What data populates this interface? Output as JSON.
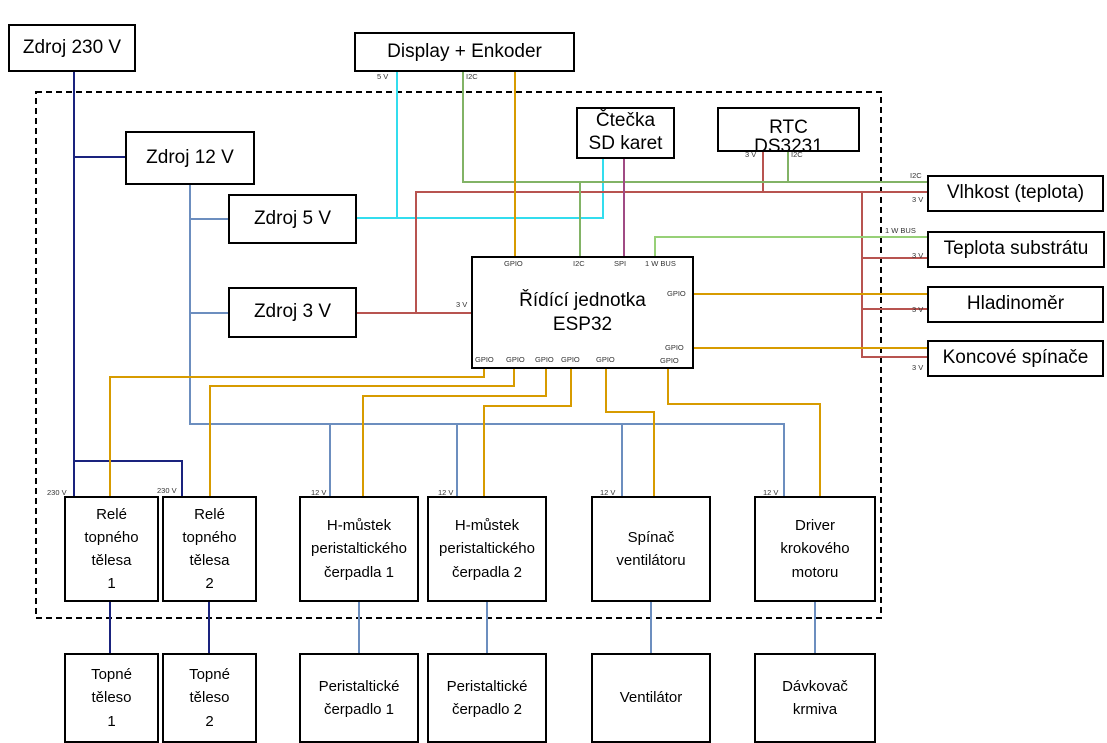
{
  "blocks": {
    "zdroj230": "Zdroj 230 V",
    "display": "Display + Enkoder",
    "sd": "Čtečka\nSD karet",
    "rtc": "RTC\nDS3231",
    "zdroj12": "Zdroj 12 V",
    "zdroj5": "Zdroj 5 V",
    "zdroj3": "Zdroj 3 V",
    "esp": "Řídící jednotka\nESP32",
    "vlhkost": "Vlhkost (teplota)",
    "teplota_sub": "Teplota substrátu",
    "hladinomer": "Hladinoměr",
    "koncove": "Koncové spínače",
    "rele1": "Relé\ntopného\ntělesa\n1",
    "rele2": "Relé\ntopného\ntělesa\n2",
    "hmustek1": "H-můstek\nperistaltického\nčerpadla 1",
    "hmustek2": "H-můstek\nperistaltického\nčerpadla 2",
    "spinac": "Spínač\nventilátoru",
    "driver": "Driver\nkrokového\nmotoru",
    "topne1": "Topné\ntěleso\n1",
    "topne2": "Topné\ntěleso\n2",
    "cerpadlo1": "Peristaltické\nčerpadlo 1",
    "cerpadlo2": "Peristaltické\nčerpadlo 2",
    "ventilator": "Ventilátor",
    "davkovac": "Dávkovač\nkrmiva"
  },
  "port_labels": {
    "display_5v": "5 V",
    "display_i2c": "I2C",
    "rtc_3v": "3 V",
    "rtc_i2c": "I2C",
    "vlhkost_i2c": "I2C",
    "vlhkost_3v": "3 V",
    "teplota_1wbus": "1 W BUS",
    "teplota_3v": "3 V",
    "hladinomer_3v": "3 V",
    "koncove_3v": "3 V",
    "esp_gpio_top": "GPIO",
    "esp_i2c": "I2C",
    "esp_spi": "SPI",
    "esp_1wbus": "1 W BUS",
    "esp_3v": "3 V",
    "esp_gpio_r1": "GPIO",
    "esp_gpio_r2": "GPIO",
    "esp_gpio_r3": "GPIO",
    "esp_gpio_b1": "GPIO",
    "esp_gpio_b2": "GPIO",
    "esp_gpio_b3": "GPIO",
    "esp_gpio_b4": "GPIO",
    "esp_gpio_b5": "GPIO",
    "rele1_230": "230 V",
    "rele2_230": "230 V",
    "hm1_12": "12 V",
    "hm2_12": "12 V",
    "spinac_12": "12 V",
    "driver_12": "12 V"
  },
  "colors": {
    "mains": "#1a237e",
    "power_12v": "#6c8ebf",
    "power_5v": "#33ddee",
    "power_3v": "#b85450",
    "i2c": "#82b366",
    "gpio": "#d79b00",
    "spi": "#a04b84",
    "onewire": "#97d077",
    "boundary": "#000000"
  }
}
